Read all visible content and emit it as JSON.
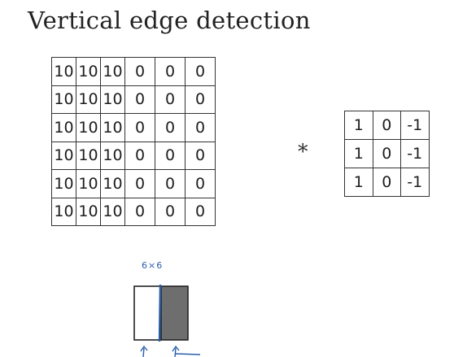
{
  "title": "Vertical edge detection",
  "input_matrix": {
    "rows": [
      [
        "10",
        "10",
        "10",
        "0",
        "0",
        "0"
      ],
      [
        "10",
        "10",
        "10",
        "0",
        "0",
        "0"
      ],
      [
        "10",
        "10",
        "10",
        "0",
        "0",
        "0"
      ],
      [
        "10",
        "10",
        "10",
        "0",
        "0",
        "0"
      ],
      [
        "10",
        "10",
        "10",
        "0",
        "0",
        "0"
      ],
      [
        "10",
        "10",
        "10",
        "0",
        "0",
        "0"
      ]
    ]
  },
  "operator": "*",
  "filter_matrix": {
    "rows": [
      [
        "1",
        "0",
        "-1"
      ],
      [
        "1",
        "0",
        "-1"
      ],
      [
        "1",
        "0",
        "-1"
      ]
    ]
  },
  "size_annotation": "6×6",
  "colors": {
    "annotation_ink": "#2a5fa8",
    "dark_region": "#6e6e6e"
  }
}
